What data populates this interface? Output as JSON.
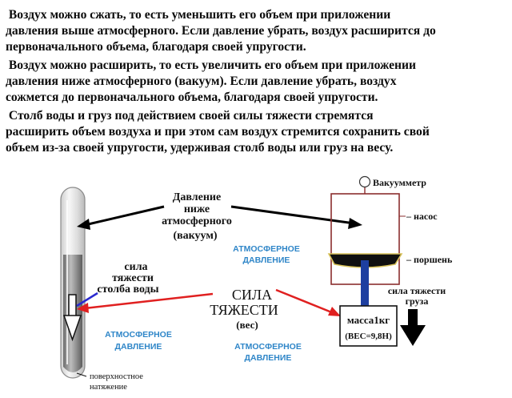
{
  "paragraphs": [
    {
      "lines": [
        " Воздух можно сжать, то есть уменьшить его объем при приложении",
        "давления выше атмосферного. Если давление убрать, воздух расширится до",
        "первоначального объема, благодаря своей упругости."
      ]
    },
    {
      "lines": [
        " Воздух можно расширить, то есть увеличить его объем при приложении",
        "давления ниже атмосферного (вакуум). Если давление убрать, воздух",
        "сожмется до первоначального объема, благодаря своей упругости."
      ]
    },
    {
      "lines": [
        " Столб воды и груз под действием своей силы тяжести стремятся",
        "расширить объем воздуха и при этом сам воздух стремится сохранить свой",
        "объем из-за своей упругости, удерживая столб воды или груз на весу."
      ]
    }
  ],
  "diagram": {
    "vacuum_label": [
      "Давление",
      "ниже",
      "атмосферного",
      "(вакуум)"
    ],
    "atm_pressure_label": [
      "АТМОСФЕРНОЕ",
      "ДАВЛЕНИЕ"
    ],
    "water_gravity_label": [
      "сила",
      "тяжести",
      "столба воды"
    ],
    "gravity_label": [
      "СИЛА",
      "ТЯЖЕСТИ"
    ],
    "weight_label": "(вес)",
    "surface_tension_label": [
      "поверхностное",
      "натяжение"
    ],
    "vacuum_gauge_label": "Вакуумметр",
    "pump_label": "– насос",
    "piston_label": "– поршень",
    "load_gravity_label": [
      "сила тяжести",
      "груза"
    ],
    "mass_label": "масса1кг",
    "weight_value_label": "(ВЕС=9,8Н)",
    "colors": {
      "vacuum_arrows": "#000000",
      "gravity_arrows": "#e02020",
      "atmosphere_text": "#2f86c8",
      "pump_outline": "#8b2e2e",
      "piston_rod": "#1e3fa0",
      "water_arrow": "#2a2ad0",
      "piston": "#101010",
      "piston_edge": "#d8c25a"
    }
  }
}
